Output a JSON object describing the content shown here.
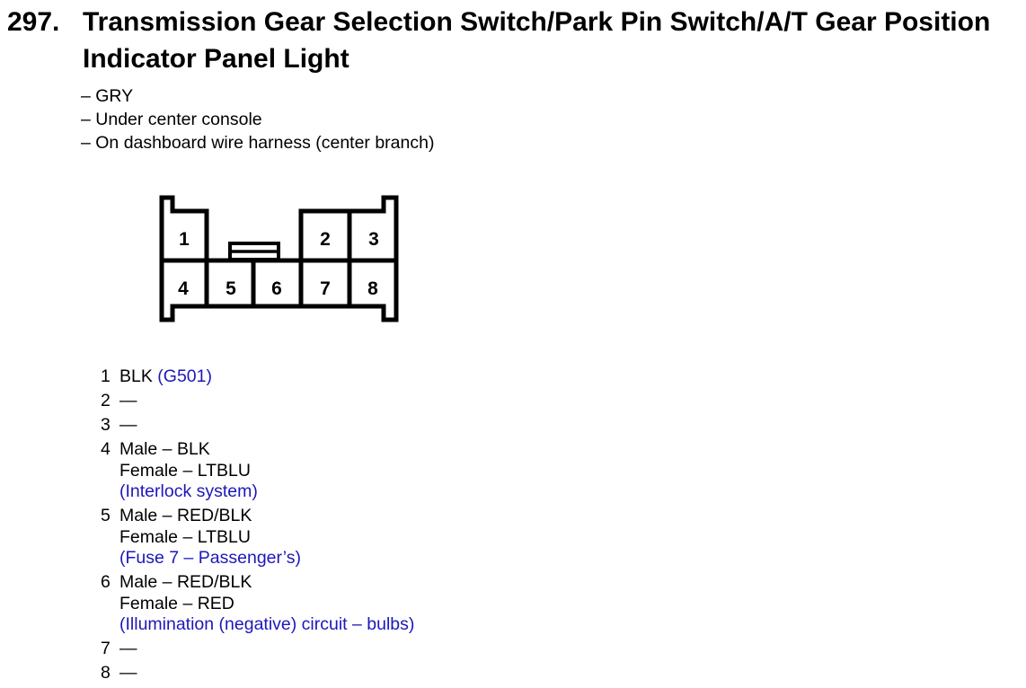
{
  "heading": {
    "number": "297.",
    "title": "Transmission Gear Selection Switch/Park Pin Switch/A/T Gear Position Indicator Panel Light"
  },
  "details": [
    "– GRY",
    "– Under center console",
    "– On dashboard wire harness (center branch)"
  ],
  "connector": {
    "description": "8-pin connector, front view, gray",
    "pins": [
      "1",
      "2",
      "3",
      "4",
      "5",
      "6",
      "7",
      "8"
    ]
  },
  "pin_list": [
    {
      "pin": "1",
      "lines": [
        [
          {
            "t": "BLK ",
            "blue": false
          },
          {
            "t": "(G501)",
            "blue": true
          }
        ]
      ]
    },
    {
      "pin": "2",
      "lines": [
        [
          {
            "t": "—",
            "blue": false
          }
        ]
      ]
    },
    {
      "pin": "3",
      "lines": [
        [
          {
            "t": "—",
            "blue": false
          }
        ]
      ]
    },
    {
      "pin": "4",
      "lines": [
        [
          {
            "t": "Male – BLK",
            "blue": false
          }
        ],
        [
          {
            "t": "Female – LTBLU",
            "blue": false
          }
        ],
        [
          {
            "t": "(Interlock system)",
            "blue": true
          }
        ]
      ]
    },
    {
      "pin": "5",
      "lines": [
        [
          {
            "t": "Male – RED/BLK",
            "blue": false
          }
        ],
        [
          {
            "t": "Female – LTBLU",
            "blue": false
          }
        ],
        [
          {
            "t": "(Fuse 7 – Passenger’s)",
            "blue": true
          }
        ]
      ]
    },
    {
      "pin": "6",
      "lines": [
        [
          {
            "t": "Male – RED/BLK",
            "blue": false
          }
        ],
        [
          {
            "t": "Female – RED",
            "blue": false
          }
        ],
        [
          {
            "t": "(Illumination (negative) circuit – bulbs)",
            "blue": true
          }
        ]
      ]
    },
    {
      "pin": "7",
      "lines": [
        [
          {
            "t": "—",
            "blue": false
          }
        ]
      ]
    },
    {
      "pin": "8",
      "lines": [
        [
          {
            "t": "—",
            "blue": false
          }
        ]
      ]
    }
  ],
  "colors": {
    "ink": "#000000",
    "paper": "#ffffff",
    "annotation_blue": "#1d17bb"
  }
}
